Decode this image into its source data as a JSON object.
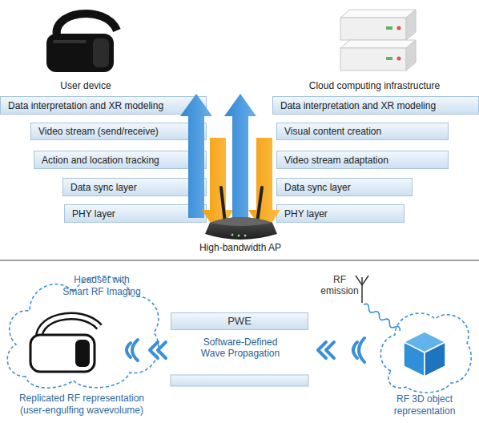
{
  "diagram": {
    "nodes": [
      {
        "text": [
          "Data interpretation and XR modeling"
        ]
      },
      {
        "text": [
          "Data interpretation and XR modeling"
        ]
      },
      {
        "text": [
          "Video stream (send/receive)"
        ]
      },
      {
        "text": [
          "Visual content creation"
        ]
      },
      {
        "text": [
          "Action and location tracking"
        ]
      },
      {
        "text": [
          "Video stream adaptation"
        ]
      },
      {
        "text": [
          "Data sync layer"
        ]
      },
      {
        "text": [
          "Data sync layer"
        ]
      },
      {
        "text": [
          "PHY layer"
        ]
      },
      {
        "text": [
          "PHY layer"
        ]
      },
      {
        "text": [
          "Headset with Smart RF Imaging",
          "Replicated RF representation (user-engulfing wavevolume)"
        ]
      },
      {
        "text": [
          "PWE"
        ]
      },
      {
        "text": [
          "RF 3D object representation"
        ]
      }
    ],
    "labels": [
      "User device",
      "Cloud computing infrastructure",
      "High-bandwidth AP",
      "Software-Defined Wave Propagation",
      "RF emission"
    ]
  }
}
